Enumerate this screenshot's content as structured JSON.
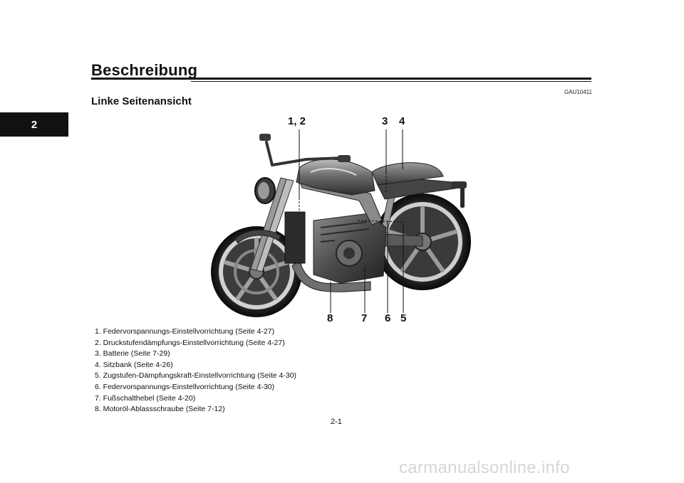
{
  "header": {
    "title": "Beschreibung",
    "chapter_tab": "2",
    "doc_code": "GAU10411"
  },
  "section": {
    "title": "Linke Seitenansicht"
  },
  "figure": {
    "callouts": [
      "1, 2",
      "3",
      "4",
      "8",
      "7",
      "6",
      "5"
    ]
  },
  "legend": [
    "1.  Federvorspannungs-Einstellvorrichtung (Seite 4-27)",
    "2.  Druckstufendämpfungs-Einstellvorrichtung (Seite 4-27)",
    "3.  Batterie (Seite 7-29)",
    "4.  Sitzbank (Seite 4-26)",
    "5.  Zugstufen-Dämpfungskraft-Einstellvorrichtung (Seite 4-30)",
    "6.  Federvorspannungs-Einstellvorrichtung (Seite 4-30)",
    "7.  Fußschalthebel (Seite 4-20)",
    "8.  Motoröl-Ablassschraube (Seite 7-12)"
  ],
  "footer": {
    "page_number": "2-1",
    "watermark": "carmanualsonline.info"
  }
}
